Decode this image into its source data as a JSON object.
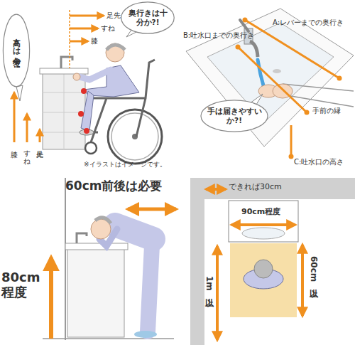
{
  "diagram": {
    "nodes": [
      {
        "text": [
          "高さは十分か?!"
        ]
      },
      {
        "text": [
          "奥行きは十分か?!"
        ]
      },
      {
        "text": [
          "手は届きやすいか?!"
        ]
      }
    ],
    "labels": [
      "足先",
      "すね",
      "膝",
      "膝",
      "すね",
      "足先",
      "※イラストはイメージです。",
      "A:レバーまでの奥行き",
      "B:吐水口までの奥行き",
      "手前の縁",
      "C:吐水口の高さ",
      "60cm前後は必要",
      "80cm 程度",
      "できれば30cm",
      "90cm程度",
      "1m以上",
      "60cm以上"
    ]
  }
}
